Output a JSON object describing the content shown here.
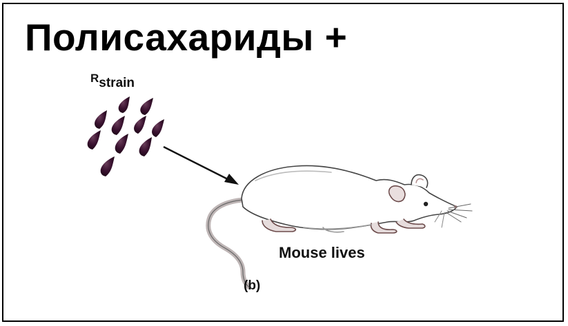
{
  "slide": {
    "title": "Полисахариды +",
    "strain_prefix": "R",
    "strain_label": "strain",
    "caption": "Mouse lives",
    "panel_label": "(b)"
  },
  "icons": [
    "bacteria-cluster-icon",
    "arrow-icon",
    "mouse-illustration"
  ]
}
